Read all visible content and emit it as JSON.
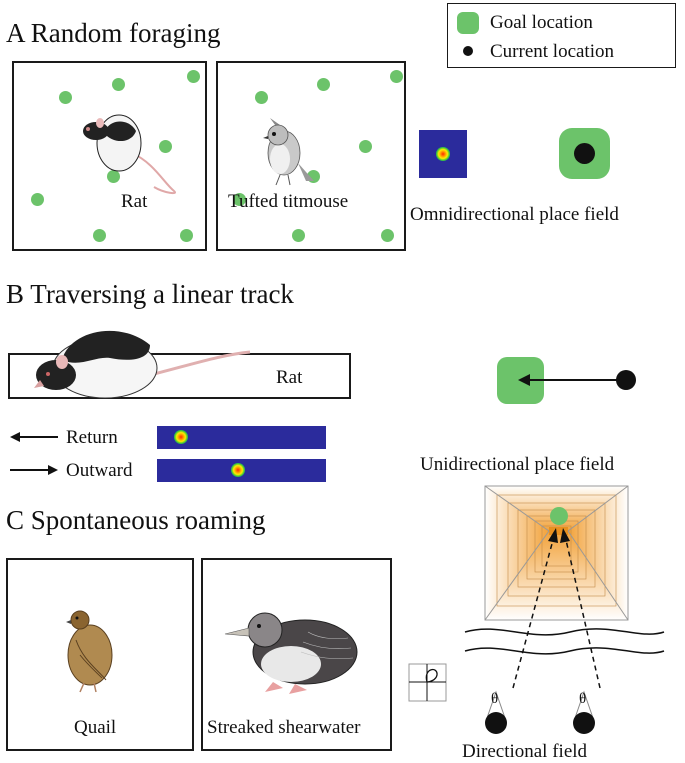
{
  "panel_a": {
    "title": "A  Random foraging",
    "rat_label": "Rat",
    "titmouse_label": "Tufted titmouse",
    "field_label": "Omnidirectional place field"
  },
  "legend": {
    "goal_label": "Goal location",
    "current_label": "Current location"
  },
  "panel_b": {
    "title": "B  Traversing a linear track",
    "rat_label": "Rat",
    "return_label": "Return",
    "outward_label": "Outward",
    "field_label": "Unidirectional place field"
  },
  "panel_c": {
    "title": "C  Spontaneous roaming",
    "quail_label": "Quail",
    "shearwater_label": "Streaked shearwater",
    "field_label": "Directional field",
    "theta_symbol": "θ"
  },
  "colors": {
    "goal": "#6cc36a",
    "heatmap_background": "#2b2b9c",
    "corridor": "#f2a23a"
  }
}
